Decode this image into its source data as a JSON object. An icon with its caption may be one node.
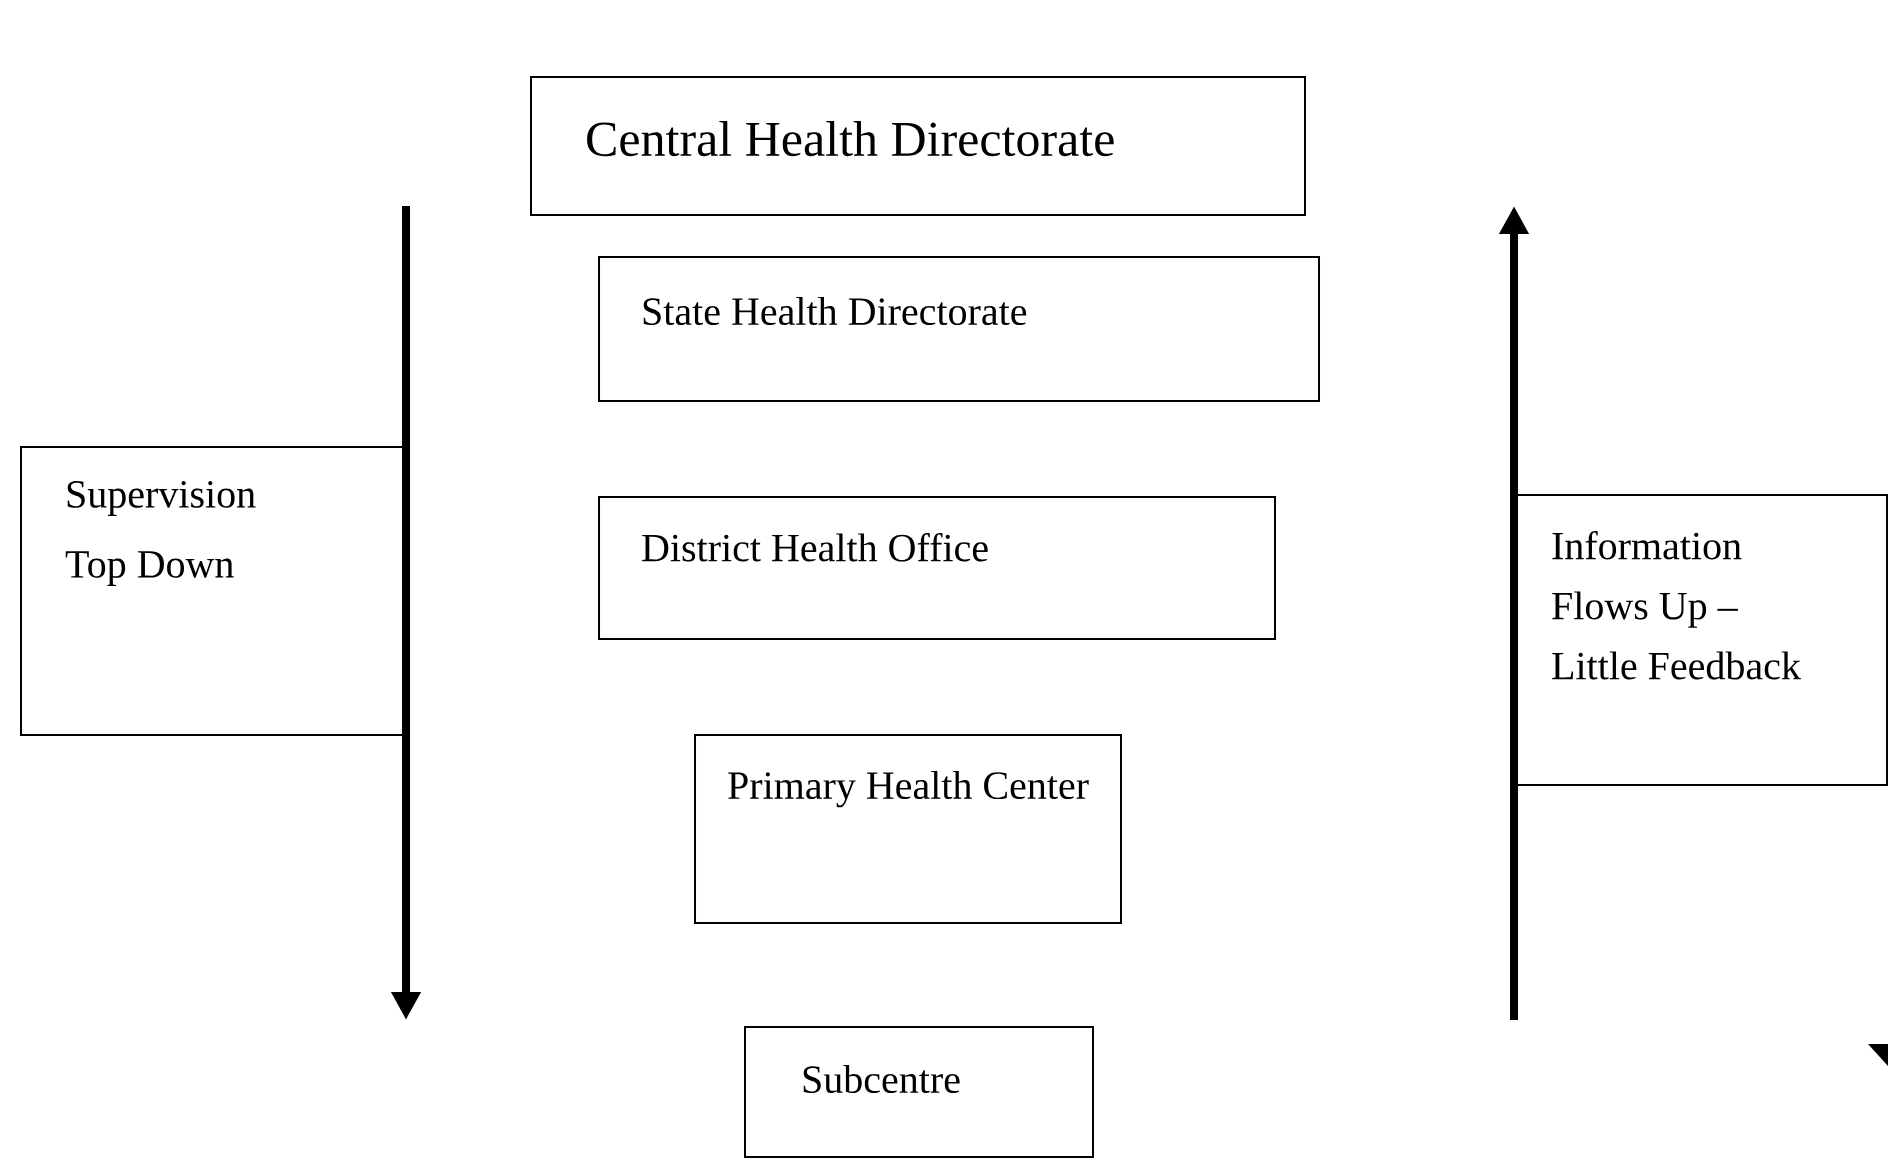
{
  "diagram": {
    "nodes": [
      {
        "text": [
          "Central Health Directorate"
        ]
      },
      {
        "text": [
          "State Health Directorate"
        ]
      },
      {
        "text": [
          "District Health Office"
        ]
      },
      {
        "text": [
          "Primary Health Center"
        ]
      },
      {
        "text": [
          "Subcentre"
        ]
      },
      {
        "text": [
          "Supervision",
          "Top Down"
        ]
      },
      {
        "text": [
          "Information Flows Up – Little Feedback"
        ]
      }
    ]
  }
}
